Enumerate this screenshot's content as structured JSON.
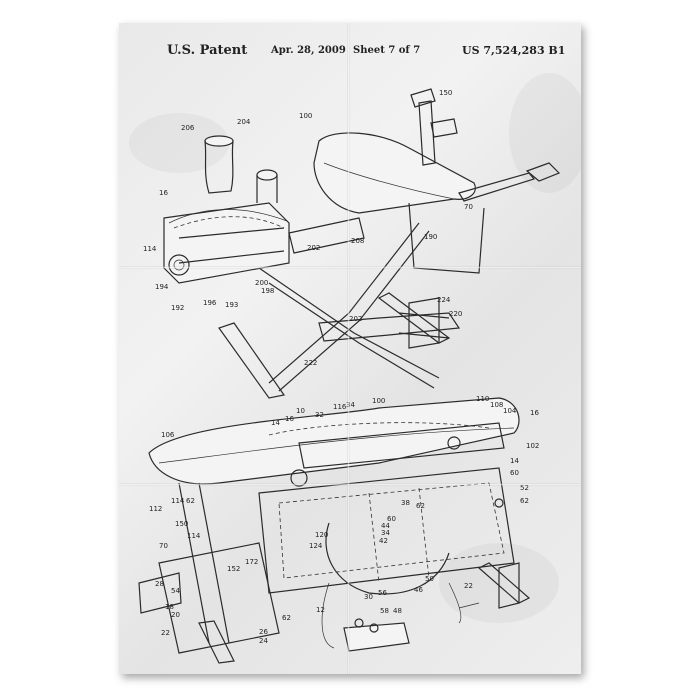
{
  "header": {
    "title": "U.S. Patent",
    "date": "Apr. 28, 2009",
    "sheet": "Sheet 7 of 7",
    "patent_number": "US 7,524,283 B1"
  },
  "figure_top_labels": [
    "206",
    "204",
    "100",
    "150",
    "16",
    "70",
    "114",
    "208",
    "190",
    "202",
    "194",
    "192",
    "196",
    "193",
    "200",
    "198",
    "224",
    "220",
    "202",
    "222"
  ],
  "figure_bottom_labels": [
    "100",
    "110",
    "108",
    "104",
    "16",
    "106",
    "10",
    "32",
    "116",
    "34",
    "14",
    "16",
    "102",
    "14",
    "60",
    "52",
    "62",
    "112",
    "114",
    "62",
    "150",
    "114",
    "70",
    "60",
    "38",
    "62",
    "124",
    "120",
    "44",
    "42",
    "34",
    "152",
    "28",
    "54",
    "18",
    "20",
    "172",
    "12",
    "30",
    "56",
    "58",
    "48",
    "50",
    "46",
    "22",
    "22",
    "26",
    "24",
    "62"
  ],
  "colors": {
    "paper": "#ececec",
    "ink": "#2b2b2b",
    "background": "#ffffff"
  }
}
